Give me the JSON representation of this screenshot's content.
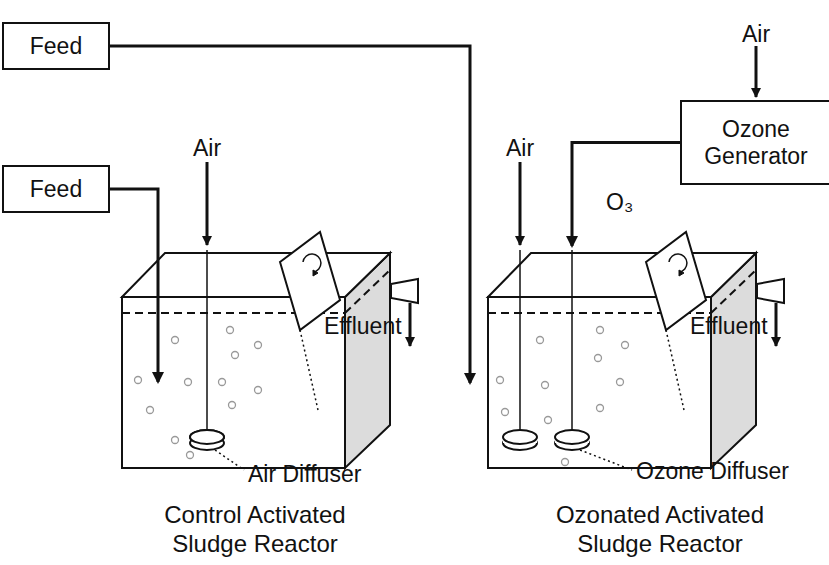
{
  "diagram": {
    "nodes": [
      {
        "text": [
          "Feed"
        ]
      },
      {
        "text": [
          "Ozone Generator"
        ]
      },
      {
        "text": [
          "Feed"
        ]
      },
      {
        "text": [
          "Control Activated Sludge Reactor"
        ]
      },
      {
        "text": [
          "Ozonated Activated Sludge Reactor"
        ]
      }
    ],
    "edges": [
      {
        "from": 0,
        "to": 4,
        "arrow": "to"
      },
      {
        "from": 1,
        "to": 4,
        "arrow": "to"
      },
      {
        "from": 2,
        "to": 3,
        "arrow": "to"
      }
    ],
    "labels": [
      "Air",
      "Air",
      "Air",
      "O₃",
      "Effluent",
      "Effluent",
      "Air Diffuser",
      "Ozone Diffuser"
    ]
  }
}
